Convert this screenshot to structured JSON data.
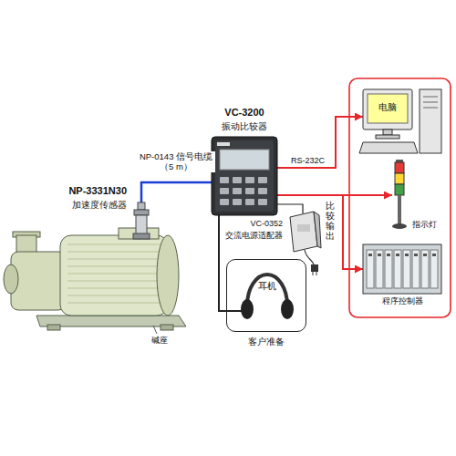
{
  "diagram": {
    "nodes": [
      {
        "text": [
          "NP-3331N30",
          "加速度传感器"
        ]
      },
      {
        "text": [
          "VC-3200",
          "振动比较器"
        ]
      },
      {
        "text": [
          "VC-0352",
          "交流电源适配器"
        ]
      },
      {
        "text": [
          "客户准备"
        ]
      },
      {
        "text": [
          "耳机"
        ],
        "in": 3
      },
      {
        "text": [
          "电脑"
        ]
      },
      {
        "text": [
          "指示灯"
        ]
      },
      {
        "text": [
          "程序控制器"
        ]
      }
    ],
    "edges": [
      {
        "from": 0,
        "to": 1,
        "arrow": "none",
        "label": "NP-0143 信号电缆（5 m）"
      },
      {
        "from": 1,
        "to": 5,
        "arrow": "to",
        "label": "RS-232C"
      },
      {
        "from": 1,
        "to": 6,
        "arrow": "to",
        "label": "比较输出"
      },
      {
        "from": 1,
        "to": 7,
        "arrow": "to"
      },
      {
        "from": 1,
        "to": 2,
        "arrow": "none"
      },
      {
        "from": 1,
        "to": 4,
        "arrow": "none"
      }
    ],
    "labels": [
      "碱座"
    ]
  }
}
